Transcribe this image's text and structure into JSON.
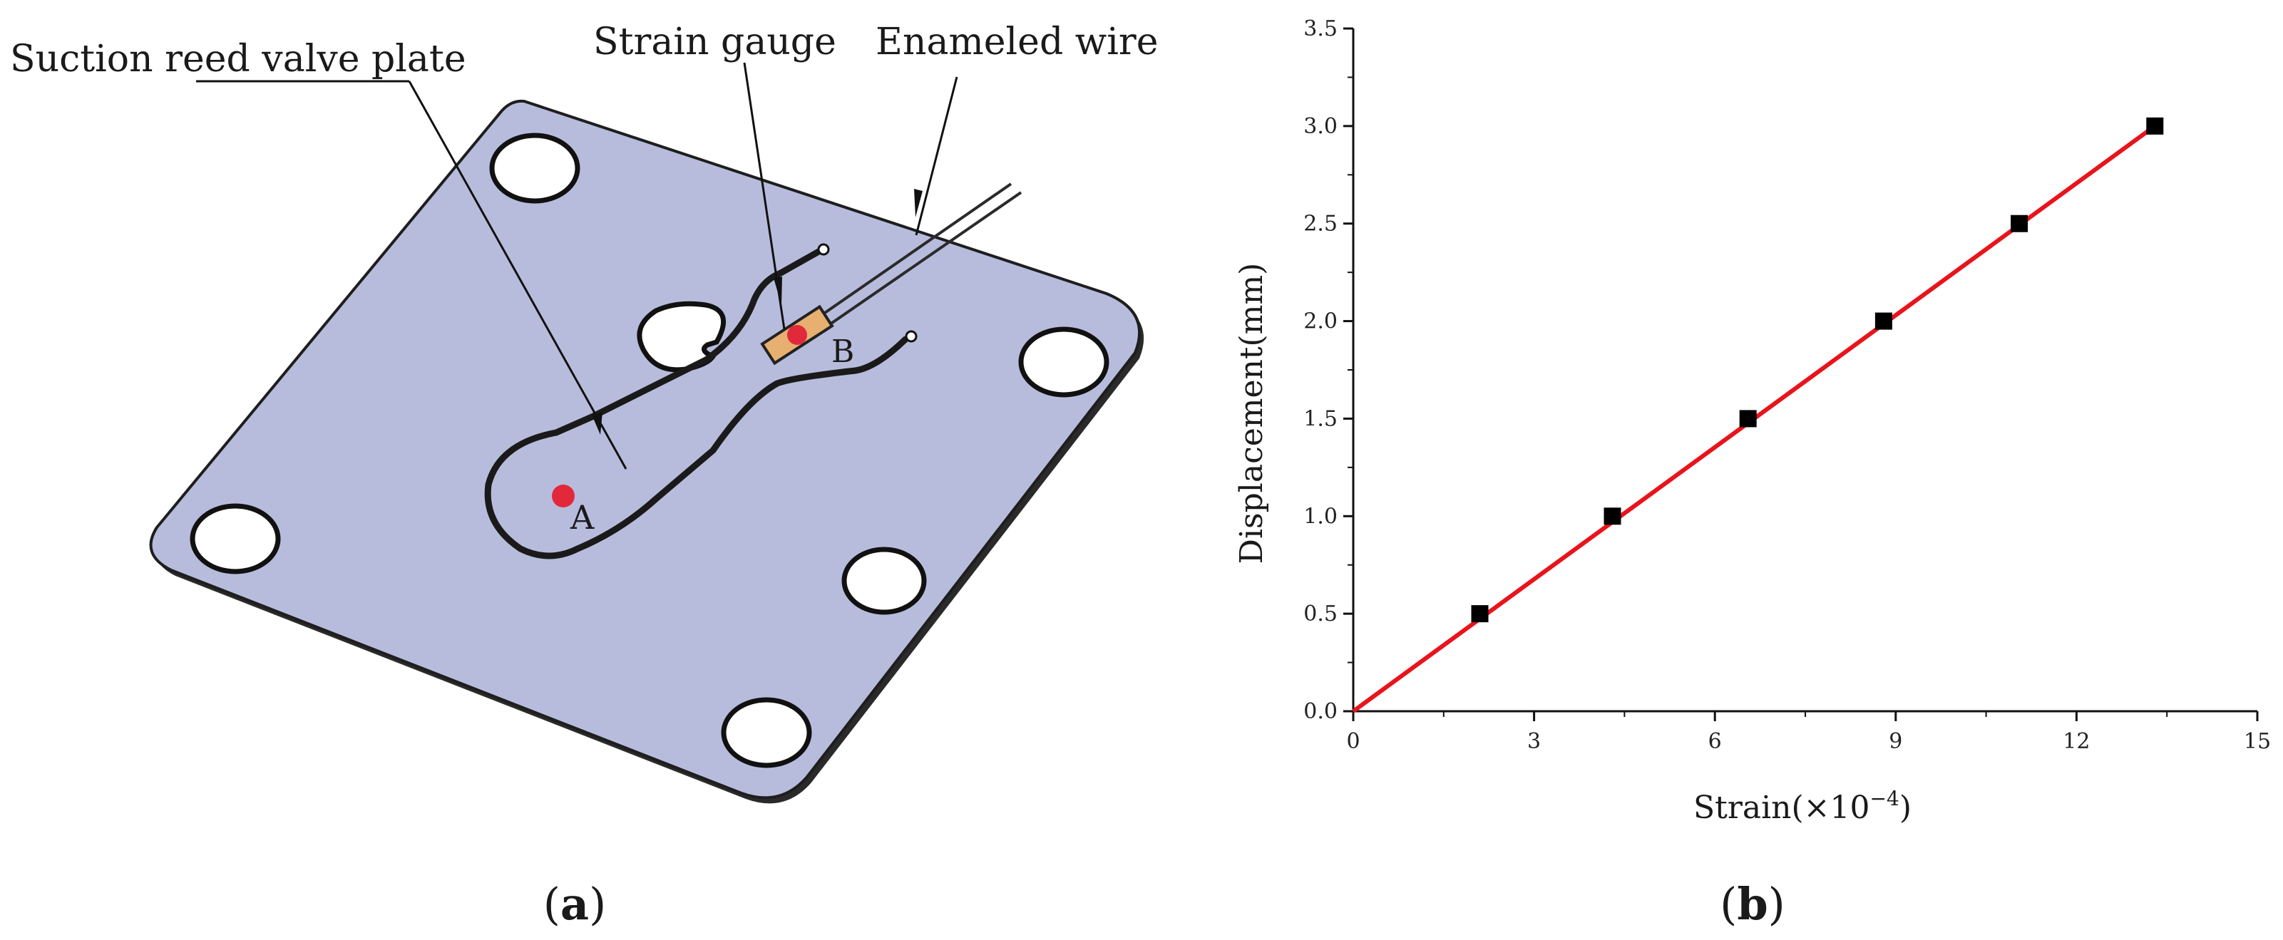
{
  "panel_a": {
    "caption_prefix": "(",
    "caption_letter": "a",
    "caption_suffix": ")",
    "labels": {
      "suction_plate": "Suction reed valve plate",
      "strain_gauge": "Strain gauge",
      "enameled_wire": "Enameled wire",
      "point_a": "A",
      "point_b": "B"
    },
    "colors": {
      "plate": "#b8bcdc",
      "gauge": "#e8b070",
      "point": "#e2293b"
    }
  },
  "panel_b": {
    "caption_prefix": "(",
    "caption_letter": "b",
    "caption_suffix": ")",
    "xlabel_base": "Strain(×10",
    "xlabel_exp": "−4",
    "xlabel_end": ")"
  },
  "chart_data": {
    "type": "scatter",
    "title": "",
    "xlabel": "Strain(×10−4)",
    "ylabel": "Displacement(mm)",
    "xlim": [
      0,
      15
    ],
    "ylim": [
      0,
      3.5
    ],
    "xticks": [
      0,
      3,
      6,
      9,
      12,
      15
    ],
    "yticks": [
      0.0,
      0.5,
      1.0,
      1.5,
      2.0,
      2.5,
      3.0,
      3.5
    ],
    "ytick_labels": [
      "0.0",
      "0.5",
      "1.0",
      "1.5",
      "2.0",
      "2.5",
      "3.0",
      "3.5"
    ],
    "series": [
      {
        "marker": "square",
        "color": "#000000",
        "x": [
          2.1,
          4.3,
          6.55,
          8.8,
          11.05,
          13.3
        ],
        "y": [
          0.5,
          1.0,
          1.5,
          2.0,
          2.5,
          3.0
        ]
      }
    ],
    "fit_line": {
      "color": "#e8141c",
      "x": [
        0,
        13.3
      ],
      "y": [
        0.0,
        3.0
      ]
    },
    "grid": false,
    "legend": "none"
  }
}
